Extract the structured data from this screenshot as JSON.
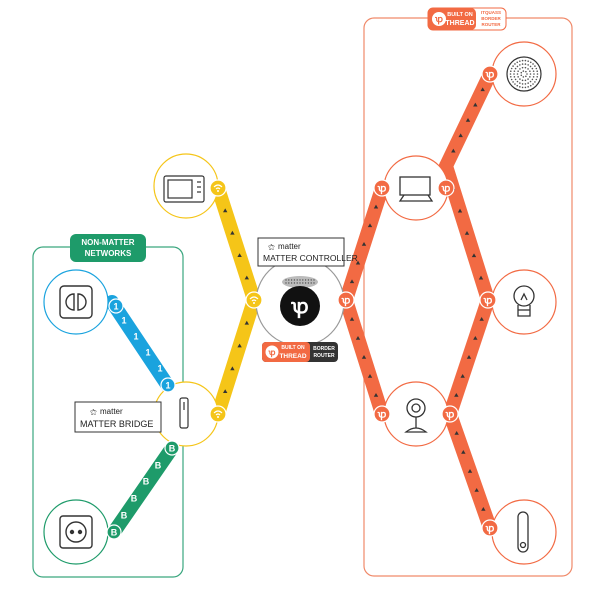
{
  "non_matter": {
    "label_line1": "NON-MATTER",
    "label_line2": "NETWORKS",
    "hop_one": "1",
    "hop_b": "B"
  },
  "matter_bridge": {
    "brand": "matter",
    "title": "MATTER BRIDGE"
  },
  "matter_controller": {
    "brand": "matter",
    "title": "MATTER CONTROLLER"
  },
  "thread_badge": {
    "built_on": "BUILT ON",
    "thread": "THREAD",
    "border_router_line1": "BORDER",
    "border_router_line2": "ROUTER"
  },
  "thread_badge_top": {
    "built_on": "BUILT ON",
    "thread": "THREAD",
    "role_line1": "ITQUASS",
    "role_line2": "BORDER",
    "role_line3": "ROUTER"
  },
  "colors": {
    "green": "#1e9b6a",
    "green_box": "#3aa67e",
    "blue": "#1aa3de",
    "yellow": "#f5c518",
    "orange": "#f26a43",
    "orange_box": "#f08a6a",
    "grey": "#666666"
  },
  "icons": {
    "wifi": "wifi-icon",
    "thread_node": "thread-node-icon",
    "bridge": "bridge-device-icon",
    "microwave": "microwave-icon",
    "switch": "light-switch-icon",
    "outlet": "power-outlet-icon",
    "speaker": "smart-speaker-icon",
    "display": "smart-display-icon",
    "bulb": "light-bulb-icon",
    "camera": "camera-icon",
    "lock": "door-lock-icon",
    "controller": "matter-controller-icon"
  }
}
